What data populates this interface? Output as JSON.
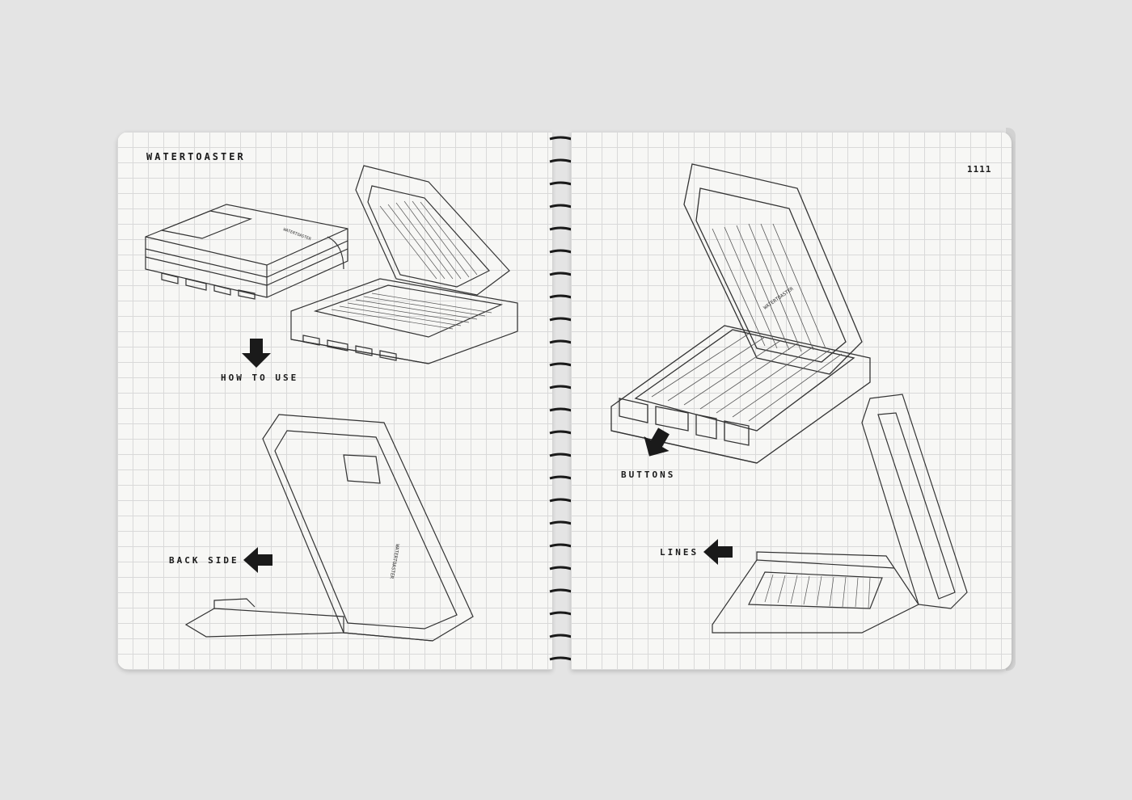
{
  "notebook": {
    "left_page": {
      "title": "WATERTOASTER",
      "labels": {
        "how_to_use": "HOW TO USE",
        "back_side": "BACK SIDE"
      }
    },
    "right_page": {
      "page_mark": "1111",
      "labels": {
        "buttons": "BUTTONS",
        "lines": "LINES"
      }
    },
    "device_branding": "WATERTOASTER"
  },
  "colors": {
    "background": "#e4e4e4",
    "paper": "#f7f7f5",
    "grid": "#d9d9d9",
    "ink": "#1a1a1a"
  },
  "icons": [
    "down-arrow-icon",
    "left-arrow-icon",
    "spiral-binding"
  ]
}
